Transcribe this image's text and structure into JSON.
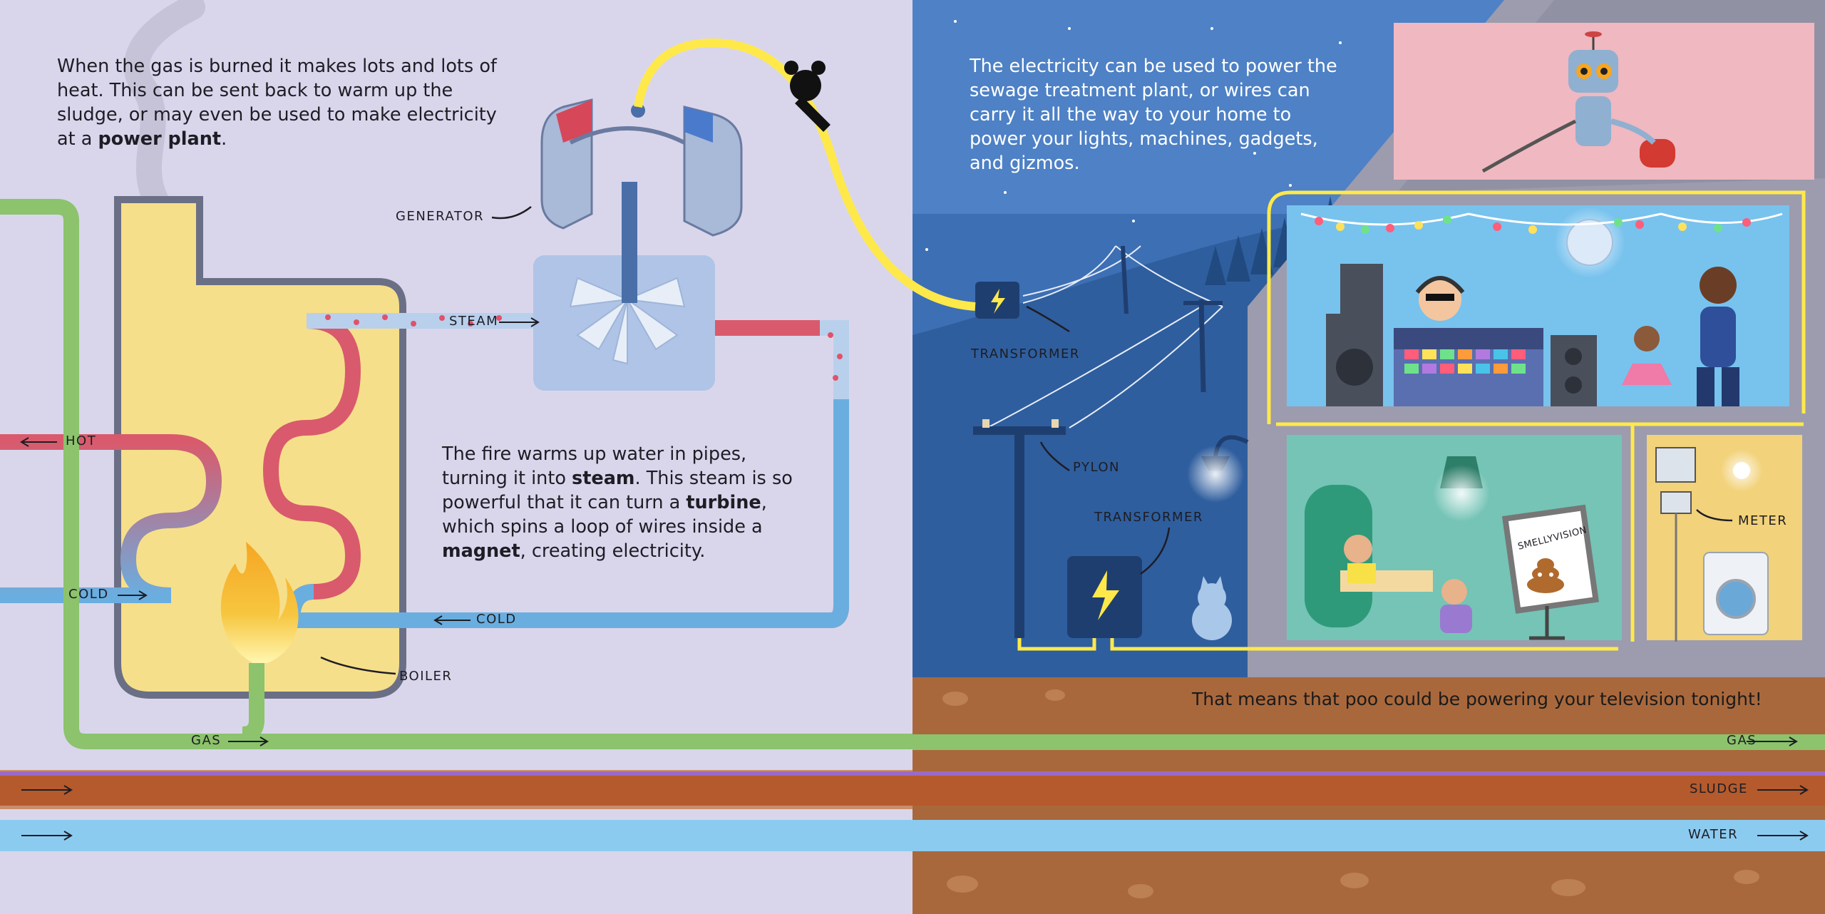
{
  "colors": {
    "left_bg": "#d9d6ec",
    "night_sky": "#3d6fb4",
    "gas_pipe": "#8cc36c",
    "hot_pipe": "#d95a6c",
    "cold_pipe": "#6aaee0",
    "steam_pipe": "#b9d0ec",
    "electric_wire": "#ffe94a",
    "sludge": "#b55a2c",
    "water": "#8ccbf0",
    "soil": "#a9683c",
    "boiler": "#f6df8a"
  },
  "text": {
    "gas_burned": {
      "part1": "When the gas is burned it makes lots and lots of heat. This can be sent back to warm up the sludge, or may even be used to make electricity at a ",
      "bold1": "power plant",
      "part2": "."
    },
    "fire_warms": {
      "part1": "The fire warms up water in pipes, turning it into ",
      "bold1": "steam",
      "part2": ". This steam is so powerful that it can turn a ",
      "bold2": "turbine",
      "part3": ", which spins a loop of wires inside a ",
      "bold3": "magnet",
      "part4": ", creating electricity."
    },
    "electricity_used": "The electricity can be used to power the sewage treatment plant, or wires can carry it all the way to your home to power your lights, machines, gadgets, and gizmos.",
    "tagline": "That means that poo could be powering your television tonight!"
  },
  "labels": {
    "hot": "HOT",
    "cold_left": "COLD",
    "cold_return": "COLD",
    "steam": "STEAM",
    "generator": "GENERATOR",
    "boiler": "BOILER",
    "gas_left": "GAS",
    "gas_right": "GAS",
    "sludge": "SLUDGE",
    "water": "WATER",
    "transformer_top": "TRANSFORMER",
    "pylon": "PYLON",
    "transformer_bottom": "TRANSFORMER",
    "meter": "METER",
    "tv_sign": "SMELLYVISION"
  },
  "icons": [
    "lightning-bolt-icon",
    "arrow-right-icon",
    "arrow-left-icon",
    "flame-icon",
    "poo-icon"
  ]
}
